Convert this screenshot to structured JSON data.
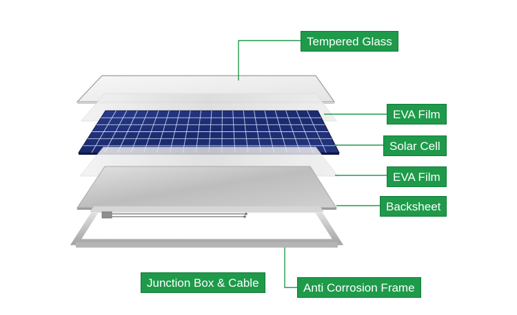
{
  "labels": {
    "tempered_glass": "Tempered Glass",
    "eva_film_top": "EVA Film",
    "solar_cell": "Solar Cell",
    "eva_film_bottom": "EVA Film",
    "backsheet": "Backsheet",
    "junction_box": "Junction Box & Cable",
    "frame": "Anti Corrosion Frame"
  },
  "colors": {
    "label_bg": "#1e9a4a",
    "label_text": "#ffffff",
    "leader_line": "#1e9a4a",
    "cell_blue": "#1a2a6e",
    "frame_silver": "#c9c9c9"
  }
}
